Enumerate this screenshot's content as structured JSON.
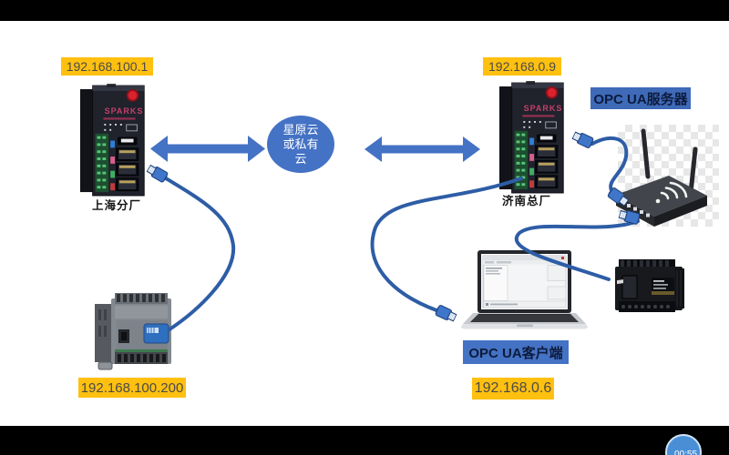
{
  "labels": {
    "ip_shanghai_gateway": "192.168.100.1",
    "ip_jinan_gateway": "192.168.0.9",
    "ip_shanghai_plc": "192.168.100.200",
    "ip_opcua_client": "192.168.0.6",
    "opcua_server": "OPC UA服务器",
    "opcua_client": "OPC UA客户端"
  },
  "devices": {
    "gateway_brand": "SPARKS",
    "shanghai_factory": "上海分厂",
    "jinan_factory": "济南总厂"
  },
  "cloud": {
    "line1": "星原云",
    "line2": "或私有",
    "line3": "云"
  },
  "timer": {
    "value": "00:55"
  },
  "colors": {
    "accent_blue": "#4472C4",
    "cable_blue": "#2E5DA6",
    "label_yellow": "#FFC010",
    "server_label_bg": "#3E6AB8",
    "client_label_bg": "#4472C4"
  }
}
